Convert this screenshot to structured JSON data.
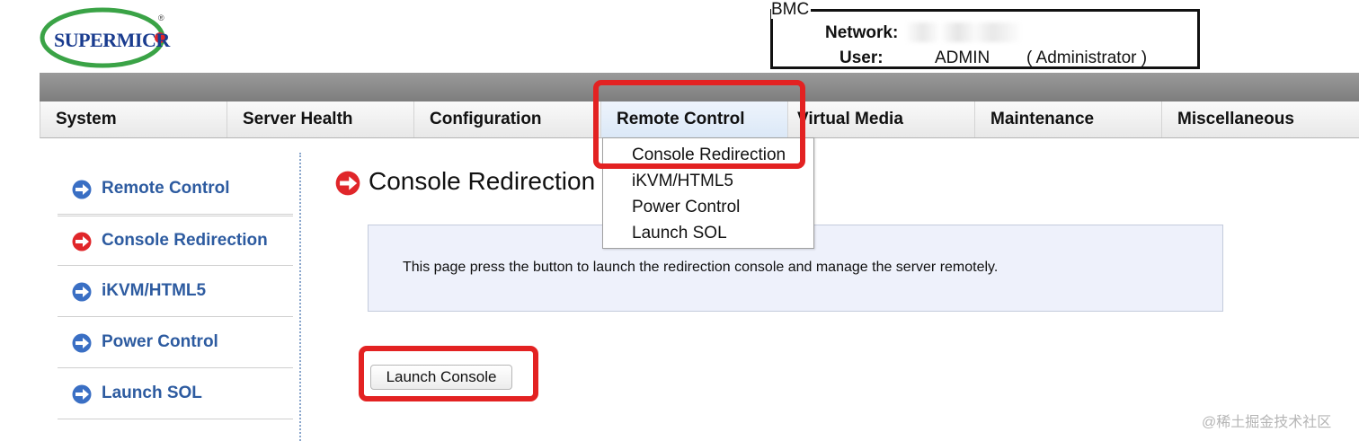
{
  "logo": {
    "text": "SUPERMICR",
    "reg": "®"
  },
  "bmc": {
    "legend": "BMC",
    "network_label": "Network:",
    "user_label": "User:",
    "user_value": "ADMIN",
    "role": "( Administrator )"
  },
  "nav": {
    "items": [
      {
        "label": "System"
      },
      {
        "label": "Server Health"
      },
      {
        "label": "Configuration"
      },
      {
        "label": "Remote Control"
      },
      {
        "label": "Virtual Media"
      },
      {
        "label": "Maintenance"
      },
      {
        "label": "Miscellaneous"
      }
    ],
    "active": "Remote Control"
  },
  "dropdown": {
    "items": [
      {
        "label": "Console Redirection"
      },
      {
        "label": "iKVM/HTML5"
      },
      {
        "label": "Power Control"
      },
      {
        "label": "Launch SOL"
      }
    ]
  },
  "sidebar": {
    "items": [
      {
        "label": "Remote Control"
      },
      {
        "label": "Console Redirection"
      },
      {
        "label": "iKVM/HTML5"
      },
      {
        "label": "Power Control"
      },
      {
        "label": "Launch SOL"
      }
    ],
    "current": "Console Redirection"
  },
  "main": {
    "title": "Console Redirection",
    "description": "This page press the button to launch the redirection console and manage the server remotely.",
    "launch_button": "Launch Console"
  },
  "colors": {
    "highlight": "#e32222",
    "link_blue": "#2d5ba0",
    "icon_blue": "#3a6fc4",
    "icon_red": "#e0262a",
    "info_bg": "#eef1fb"
  },
  "watermark": "@稀土掘金技术社区"
}
